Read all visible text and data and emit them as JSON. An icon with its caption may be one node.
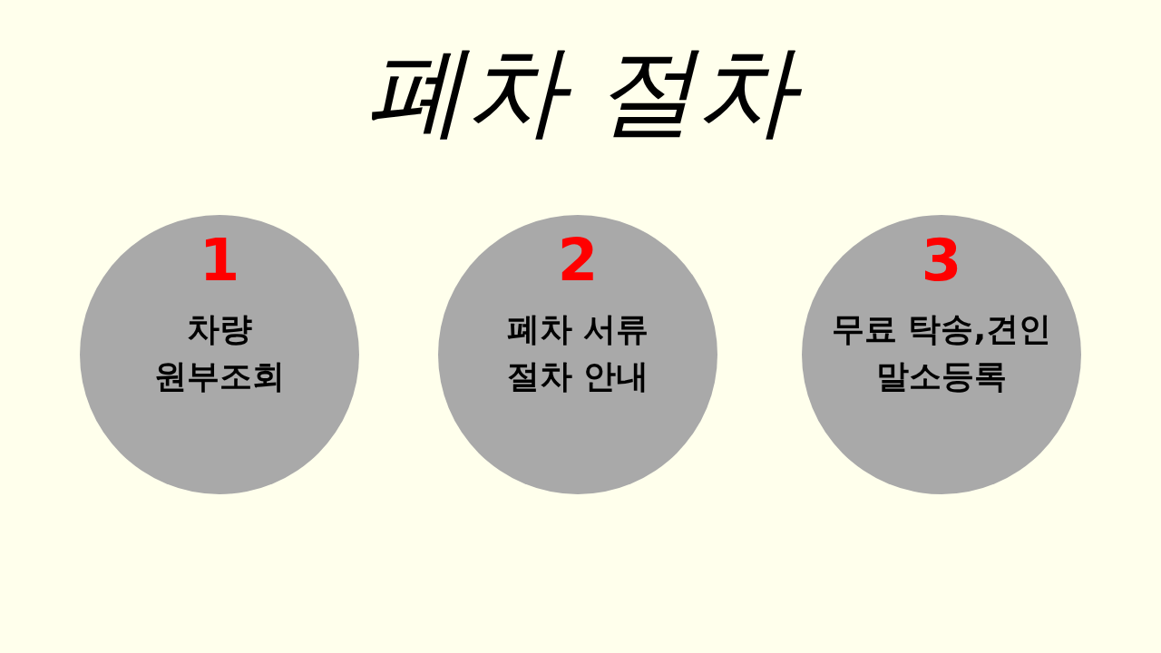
{
  "diagram": {
    "title": "폐차 절차",
    "nodes": [
      {
        "text": [
          "1",
          "차량 원부조회"
        ]
      },
      {
        "text": [
          "2",
          "폐차 서류 절차 안내"
        ]
      },
      {
        "text": [
          "3",
          "무료 탁송,견인 말소등록"
        ]
      }
    ]
  }
}
